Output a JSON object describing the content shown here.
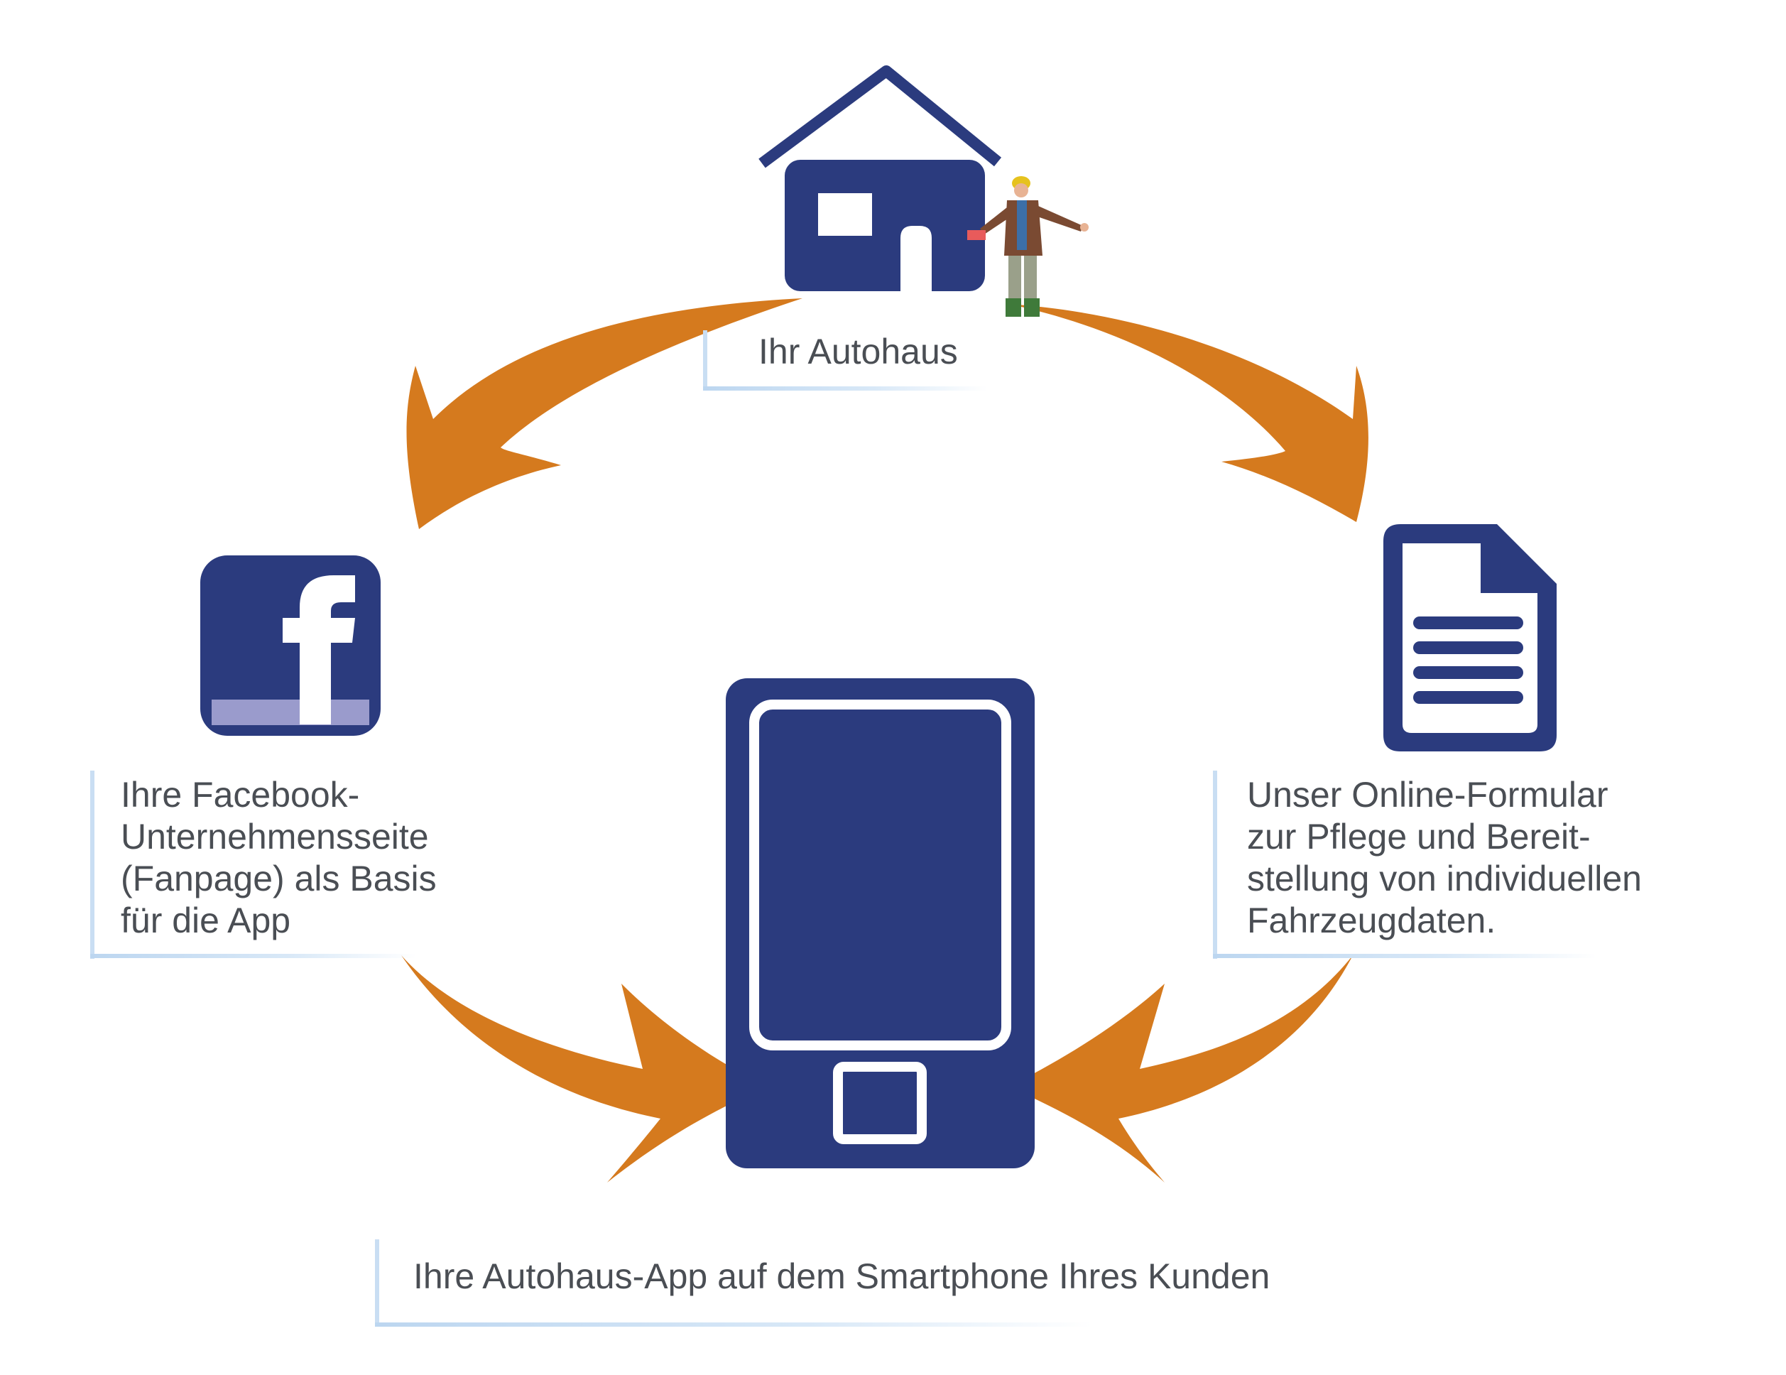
{
  "colors": {
    "navy": "#2b3b7e",
    "orange": "#d57a1e",
    "bracket": "#c9def3",
    "text": "#4a4e54",
    "facebook_bar": "#9a9bcc"
  },
  "nodes": {
    "autohaus": {
      "icon": "house-icon",
      "figure": "worker-figure-icon",
      "label": "Ihr Autohaus"
    },
    "facebook": {
      "icon": "facebook-icon",
      "lines": [
        "Ihre Facebook-",
        "Unternehmensseite",
        "(Fanpage) als Basis",
        "für die App"
      ]
    },
    "formular": {
      "icon": "document-icon",
      "lines": [
        "Unser Online-Formular",
        "zur Pflege und Bereit-",
        "stellung von individuellen",
        "Fahrzeugdaten."
      ]
    },
    "app": {
      "icon": "smartphone-icon",
      "label": "Ihre Autohaus-App auf dem Smartphone Ihres Kunden"
    }
  },
  "arrows": [
    {
      "from": "autohaus",
      "to": "facebook"
    },
    {
      "from": "autohaus",
      "to": "formular"
    },
    {
      "from": "facebook",
      "to": "app"
    },
    {
      "from": "formular",
      "to": "app"
    }
  ]
}
